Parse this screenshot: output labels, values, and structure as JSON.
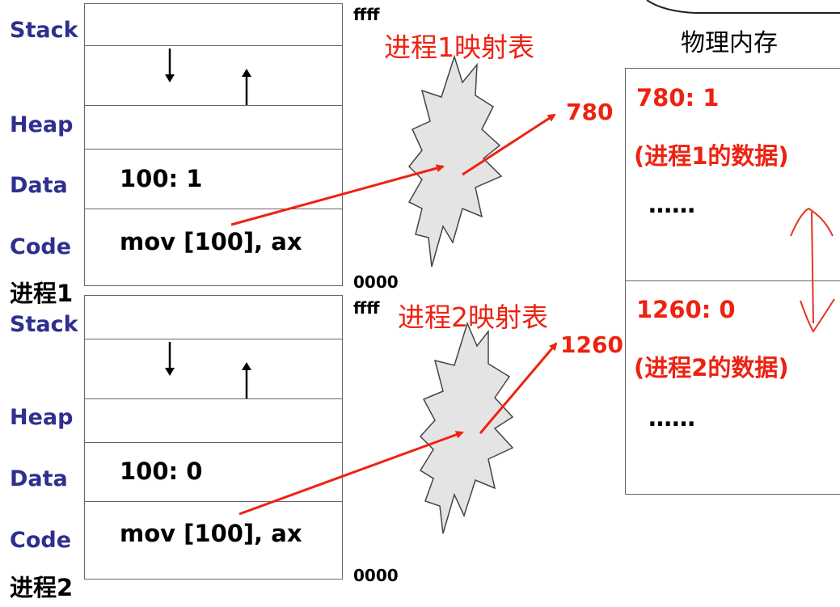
{
  "process1": {
    "segments": {
      "stack": "Stack",
      "heap": "Heap",
      "data": "Data",
      "code": "Code"
    },
    "data_cell": "100:  1",
    "code_cell": "mov [100], ax",
    "addr_top": "ffff",
    "addr_bottom": "0000",
    "name": "进程1",
    "table_title": "进程1映射表",
    "mapped_to": "780"
  },
  "process2": {
    "segments": {
      "stack": "Stack",
      "heap": "Heap",
      "data": "Data",
      "code": "Code"
    },
    "data_cell": "100:  0",
    "code_cell": "mov [100], ax",
    "addr_top": "ffff",
    "addr_bottom": "0000",
    "name": "进程2",
    "table_title": "进程2映射表",
    "mapped_to": "1260"
  },
  "physical_memory": {
    "title": "物理内存",
    "block1": {
      "entry": "780:  1",
      "note": "(进程1的数据)",
      "ellipsis": "……"
    },
    "block2": {
      "entry": "1260:  0",
      "note": "(进程2的数据)",
      "ellipsis": "……"
    }
  },
  "colors": {
    "annotation": "#ee2211",
    "segment_label": "#2f2f8f",
    "burst_fill": "#e4e4e4"
  }
}
